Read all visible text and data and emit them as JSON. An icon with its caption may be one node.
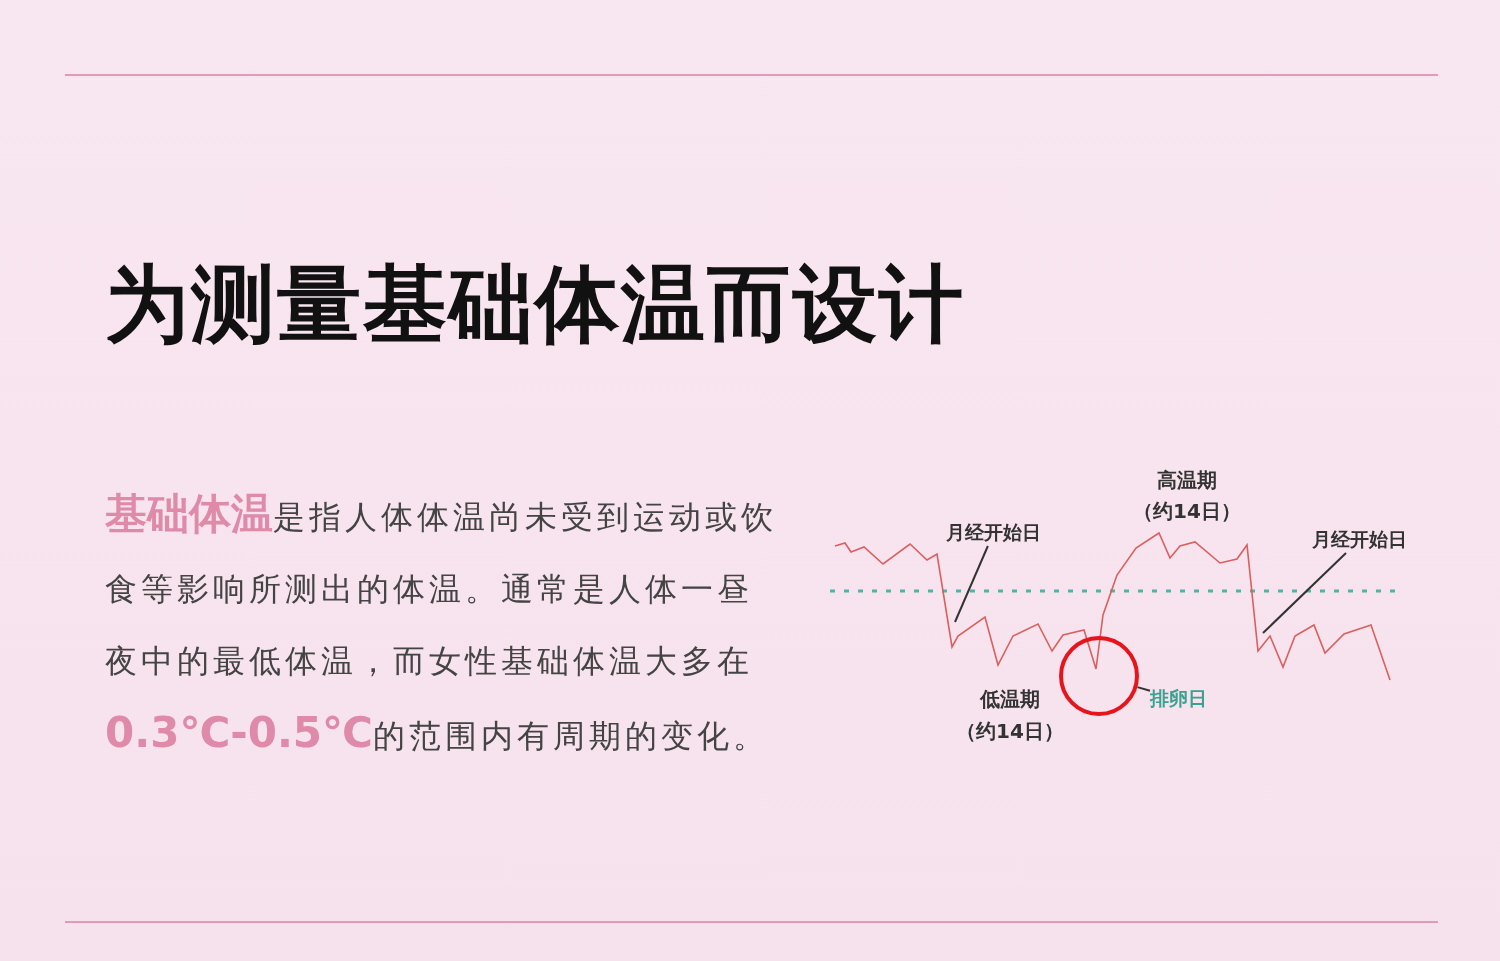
{
  "diagram": {
    "title": "为测量基础体温而设计",
    "nodes": [
      {
        "text": [
          "月经开始日"
        ]
      },
      {
        "text": [
          "月经开始日"
        ]
      },
      {
        "text": [
          "排卵日"
        ]
      },
      {
        "text": [],
        "shape": "circle"
      }
    ],
    "edges": [
      {
        "from": 0,
        "to": null,
        "arrow": "none"
      },
      {
        "from": 1,
        "to": null,
        "arrow": "none"
      },
      {
        "from": 2,
        "to": 3,
        "arrow": "none"
      }
    ],
    "labels": [
      "**基础体温**是指人体体温尚未受到运动或饮食等影响所测出的体温。通常是人体一昼夜中的最低体温，而女性基础体温大多在**0.3℃-0.5℃**的范围内有周期的变化。",
      "高温期",
      "（约14日）",
      "低温期",
      "（约14日）"
    ]
  }
}
